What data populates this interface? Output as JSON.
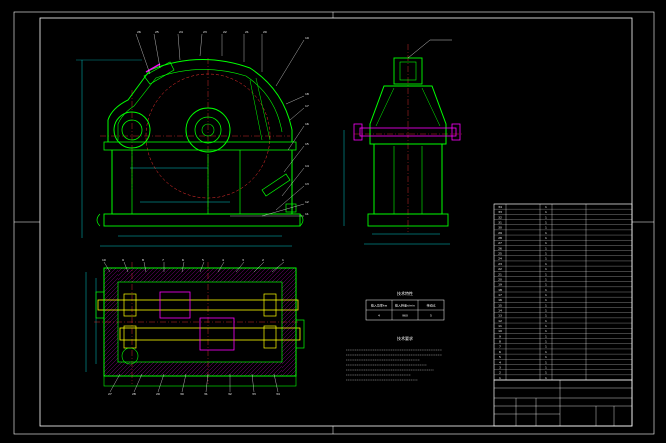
{
  "colors": {
    "background": "#000000",
    "frame": "#ffffff",
    "part": "#00ff00",
    "section": "#ffff00",
    "dimension": "#00ffff",
    "leader": "#ffffff",
    "center": "#ff3030",
    "hatch": "#ff00ff",
    "accent": "#ff00ff"
  },
  "callouts_front": [
    "26",
    "25",
    "24",
    "23",
    "22",
    "21",
    "20",
    "19",
    "18",
    "17",
    "16",
    "15",
    "14",
    "13",
    "12",
    "11"
  ],
  "callouts_plan": [
    "10",
    "9",
    "8",
    "7",
    "6",
    "5",
    "4",
    "3",
    "2",
    "1",
    "27",
    "28",
    "29",
    "30",
    "31",
    "32",
    "33",
    "34"
  ],
  "tech_table": {
    "title": "技术特性",
    "headers": [
      "输入功率kw",
      "输入转速r/min",
      "传动比"
    ],
    "values": [
      "4",
      "960",
      "5"
    ]
  },
  "tech_requirements": {
    "title": "技术要求",
    "lines": [
      "",
      "",
      "",
      "",
      "",
      "",
      ""
    ]
  },
  "parts_list": {
    "rows": [
      {
        "no": "34",
        "name": "",
        "qty": "1",
        "mat": "",
        "note": ""
      },
      {
        "no": "33",
        "name": "",
        "qty": "1",
        "mat": "",
        "note": ""
      },
      {
        "no": "32",
        "name": "",
        "qty": "1",
        "mat": "",
        "note": ""
      },
      {
        "no": "31",
        "name": "",
        "qty": "1",
        "mat": "",
        "note": ""
      },
      {
        "no": "30",
        "name": "",
        "qty": "1",
        "mat": "",
        "note": ""
      },
      {
        "no": "29",
        "name": "",
        "qty": "1",
        "mat": "",
        "note": ""
      },
      {
        "no": "28",
        "name": "",
        "qty": "1",
        "mat": "",
        "note": ""
      },
      {
        "no": "27",
        "name": "",
        "qty": "1",
        "mat": "",
        "note": ""
      },
      {
        "no": "26",
        "name": "",
        "qty": "1",
        "mat": "",
        "note": ""
      },
      {
        "no": "25",
        "name": "",
        "qty": "1",
        "mat": "",
        "note": ""
      },
      {
        "no": "24",
        "name": "",
        "qty": "1",
        "mat": "",
        "note": ""
      },
      {
        "no": "23",
        "name": "",
        "qty": "1",
        "mat": "",
        "note": ""
      },
      {
        "no": "22",
        "name": "",
        "qty": "1",
        "mat": "",
        "note": ""
      },
      {
        "no": "21",
        "name": "",
        "qty": "1",
        "mat": "",
        "note": ""
      },
      {
        "no": "20",
        "name": "",
        "qty": "1",
        "mat": "",
        "note": ""
      },
      {
        "no": "19",
        "name": "",
        "qty": "1",
        "mat": "",
        "note": ""
      },
      {
        "no": "18",
        "name": "",
        "qty": "1",
        "mat": "",
        "note": ""
      },
      {
        "no": "17",
        "name": "",
        "qty": "1",
        "mat": "",
        "note": ""
      },
      {
        "no": "16",
        "name": "",
        "qty": "1",
        "mat": "",
        "note": ""
      },
      {
        "no": "15",
        "name": "",
        "qty": "1",
        "mat": "",
        "note": ""
      },
      {
        "no": "14",
        "name": "",
        "qty": "1",
        "mat": "",
        "note": ""
      },
      {
        "no": "13",
        "name": "",
        "qty": "1",
        "mat": "",
        "note": ""
      },
      {
        "no": "12",
        "name": "",
        "qty": "1",
        "mat": "",
        "note": ""
      },
      {
        "no": "11",
        "name": "",
        "qty": "1",
        "mat": "",
        "note": ""
      },
      {
        "no": "10",
        "name": "",
        "qty": "1",
        "mat": "",
        "note": ""
      },
      {
        "no": "9",
        "name": "",
        "qty": "1",
        "mat": "",
        "note": ""
      },
      {
        "no": "8",
        "name": "",
        "qty": "1",
        "mat": "",
        "note": ""
      },
      {
        "no": "7",
        "name": "",
        "qty": "1",
        "mat": "",
        "note": ""
      },
      {
        "no": "6",
        "name": "",
        "qty": "1",
        "mat": "",
        "note": ""
      },
      {
        "no": "5",
        "name": "",
        "qty": "1",
        "mat": "",
        "note": ""
      },
      {
        "no": "4",
        "name": "",
        "qty": "1",
        "mat": "",
        "note": ""
      },
      {
        "no": "3",
        "name": "",
        "qty": "1",
        "mat": "",
        "note": ""
      },
      {
        "no": "2",
        "name": "",
        "qty": "1",
        "mat": "",
        "note": ""
      },
      {
        "no": "1",
        "name": "",
        "qty": "1",
        "mat": "",
        "note": ""
      }
    ]
  },
  "title_block": {
    "drawing_title": "",
    "subtitle": "",
    "sheet": ""
  }
}
